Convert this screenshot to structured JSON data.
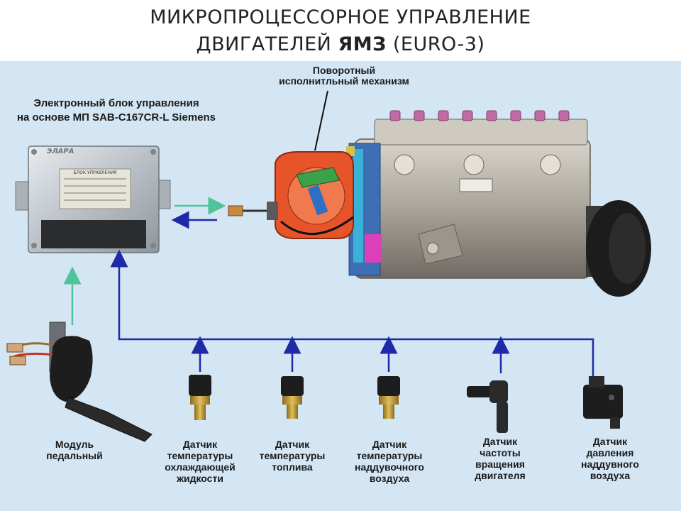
{
  "title": {
    "line1": "МИКРОПРОЦЕССОРНОЕ  УПРАВЛЕНИЕ",
    "line2_pre": "ДВИГАТЕЛЕЙ  ",
    "line2_bold": "ЯМЗ",
    "line2_post": "  (EURO-3)"
  },
  "ecu": {
    "label_line1": "Электронный блок управления",
    "label_line2": "на основе МП SAB-C167CR-L Siemens",
    "brand": "ЭЛАРА",
    "plate_title": "БЛОК УПРАВЛЕНИЯ"
  },
  "actuator": {
    "label_line1": "Поворотный",
    "label_line2": "исполнитльный механизм"
  },
  "sensors": [
    {
      "line1": "Модуль",
      "line2": "педальный",
      "line3": "",
      "line4": ""
    },
    {
      "line1": "Датчик",
      "line2": "температуры",
      "line3": "охлаждающей",
      "line4": "жидкости"
    },
    {
      "line1": "Датчик",
      "line2": "температуры",
      "line3": "топлива",
      "line4": ""
    },
    {
      "line1": "Датчик",
      "line2": "температуры",
      "line3": "наддувочного",
      "line4": "воздуха"
    },
    {
      "line1": "Датчик",
      "line2": "частоты",
      "line3": "вращения",
      "line4": "двигателя"
    },
    {
      "line1": "Датчик",
      "line2": "давления",
      "line3": "наддувного",
      "line4": "воздуха"
    }
  ],
  "colors": {
    "panel": "#d4e6f4",
    "bus_line": "#1f2aa8",
    "pedal_arrow": "#4fc39a",
    "actuator_body": "#e8542a"
  }
}
